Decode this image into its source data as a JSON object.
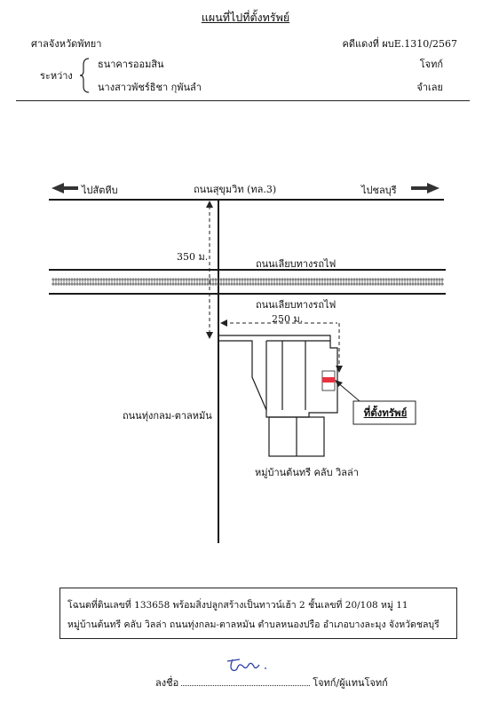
{
  "header": {
    "title": "แผนที่ไปที่ตั้งทรัพย์",
    "court": "ศาลจังหวัดพัทยา",
    "case_no": "คดีแดงที่ ผบE.1310/2567",
    "between_label": "ระหว่าง",
    "party_1": "ธนาคารออมสิน",
    "party_1_role": "โจทก์",
    "party_2": "นางสาวพัชร์ธิชา กุพันลำ",
    "party_2_role": "จำเลย"
  },
  "map": {
    "left_direction": "ไปสัตหีบ",
    "main_road": "ถนนสุขุมวิท (ทล.3)",
    "right_direction": "ไปชลบุรี",
    "distance_1": "350 ม.",
    "rail_road_upper": "ถนนเลียบทางรถไฟ",
    "rail_road_lower": "ถนนเลียบทางรถไฟ",
    "distance_2": "250 ม.",
    "side_road": "ถนนทุ่งกลม-ตาลหมัน",
    "property_label": "ที่ตั้งทรัพย์",
    "village": "หมู่บ้านต้นทรี คลับ วิลล่า"
  },
  "info": {
    "line_1": "โฉนดที่ดินเลขที่  133658 พร้อมสิ่งปลูกสร้างเป็นทาวน์เฮ้า 2 ชั้นเลขที่ 20/108 หมู่ 11",
    "line_2": "หมู่บ้านต้นทรี คลับ วิลล่า ถนนทุ่งกลม-ตาลหมัน ตำบลหนองปรือ อำเภอบางละมุง จังหวัดชลบุรี"
  },
  "signature": {
    "sign_label": "ลงชื่อ",
    "role": "โจทก์/ผู้แทนโจทก์"
  },
  "colors": {
    "property_marker": "#e8323f",
    "signature_ink": "#2a3fa8"
  }
}
